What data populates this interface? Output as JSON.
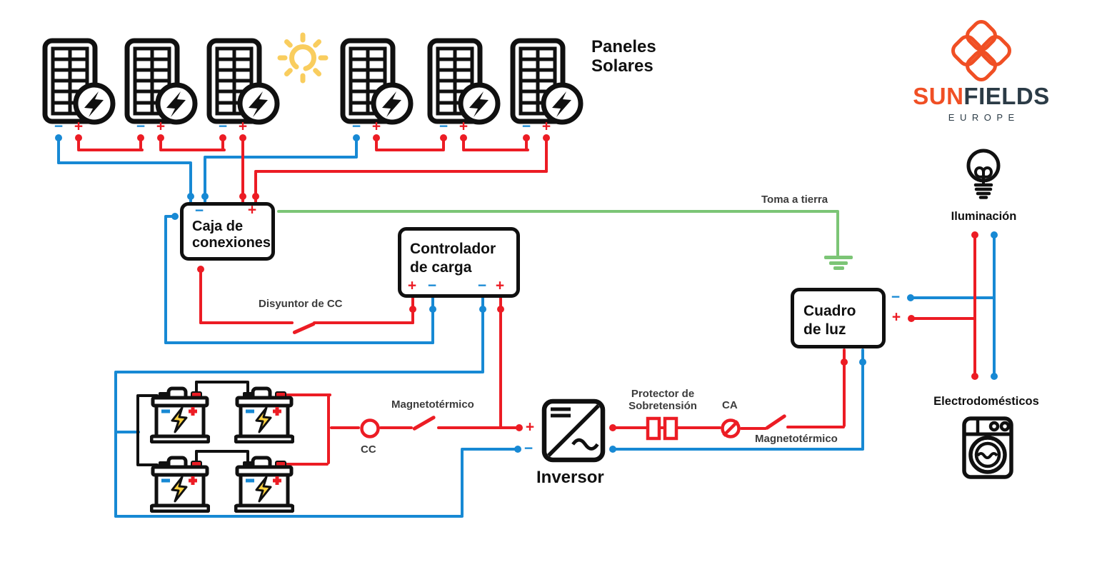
{
  "colors": {
    "red": "#EC1C24",
    "blue": "#1789D4",
    "green": "#7CC576",
    "yellow": "#F9CD5E",
    "bolt": "#FFD23F",
    "orange": "#F04F24",
    "ink": "#101010",
    "navy": "#2B3B46",
    "label": "#3C3C3C"
  },
  "logo": {
    "sun": "SUN",
    "fields": "FIELDS",
    "region": "EUROPE"
  },
  "sections": {
    "panels_title_line1": "Paneles",
    "panels_title_line2": "Solares",
    "lighting": "Iluminación",
    "appliances": "Electrodomésticos"
  },
  "boxes": {
    "junction": {
      "line1": "Caja de",
      "line2": "conexiones"
    },
    "controller": {
      "line1": "Controlador",
      "line2": "de carga"
    },
    "inverter": {
      "label": "Inversor"
    },
    "board": {
      "line1": "Cuadro",
      "line2": "de luz"
    }
  },
  "wire_labels": {
    "dc_breaker": "Disyuntor de CC",
    "ground": "Toma a tierra",
    "battery_breaker": "Magnetotérmico",
    "cc": "CC",
    "surge_line1": "Protector de",
    "surge_line2": "Sobretensión",
    "ca": "CA",
    "ac_breaker": "Magnetotérmico"
  },
  "signs": {
    "plus": "+",
    "minus": "−"
  }
}
